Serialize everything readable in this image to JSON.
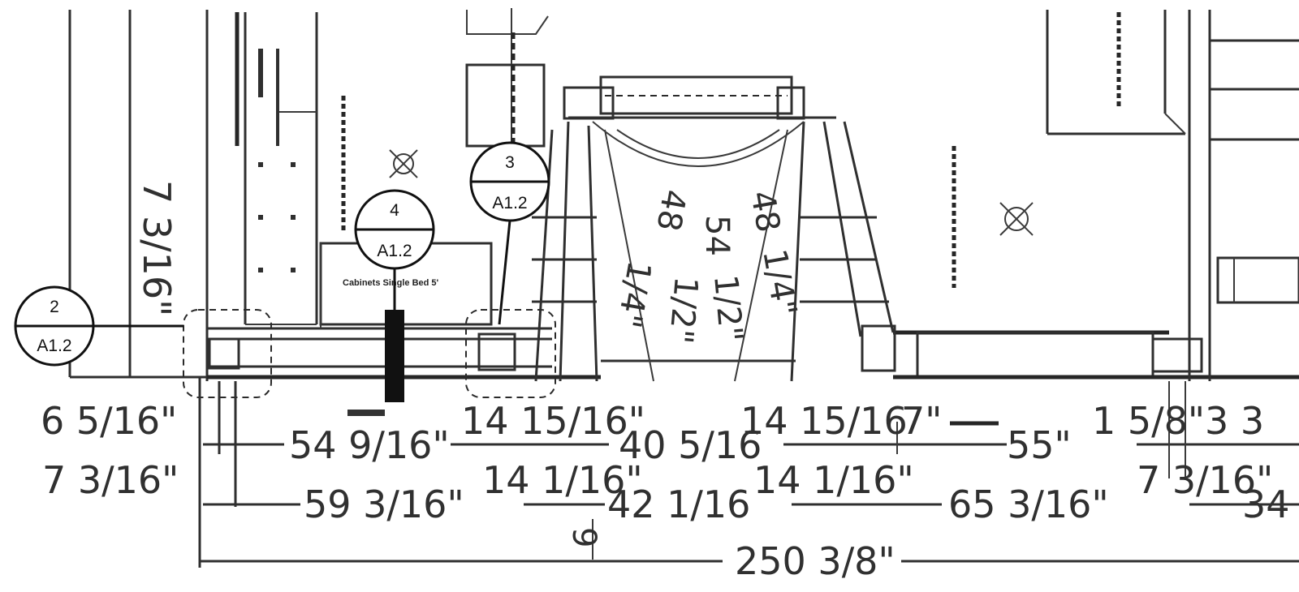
{
  "section_markers": [
    {
      "id": "marker-2",
      "number": "2",
      "sheet": "A1.2"
    },
    {
      "id": "marker-4",
      "number": "4",
      "sheet": "A1.2"
    },
    {
      "id": "marker-3",
      "number": "3",
      "sheet": "A1.2"
    }
  ],
  "dimensions": {
    "vertical_left": "7 3/16\"",
    "left_6": "6 5/16\"",
    "left_7": "7 3/16\"",
    "row1": {
      "a": "54 9/16\"",
      "b": "14 15/16\"",
      "c": "40 5/16",
      "d": "14 15/16",
      "e": "7\"",
      "f": "55\"",
      "g": "1 5/8\"",
      "h": "3 3"
    },
    "row2": {
      "a": "59 3/16\"",
      "b": "14 1/16\"",
      "c": "42 1/16",
      "d": "14 1/16\"",
      "e": "65 3/16\"",
      "f": "7 3/16\"",
      "g": "34"
    },
    "overall": "250 3/8\"",
    "angled": {
      "a": "48",
      "b": "54",
      "c": "48",
      "d": "1/4\"",
      "e": "1/2\"",
      "f": "1/2\"",
      "g": "1/4\""
    },
    "small_9": "9"
  },
  "note_label": "Cabinets Single Bed 5'"
}
